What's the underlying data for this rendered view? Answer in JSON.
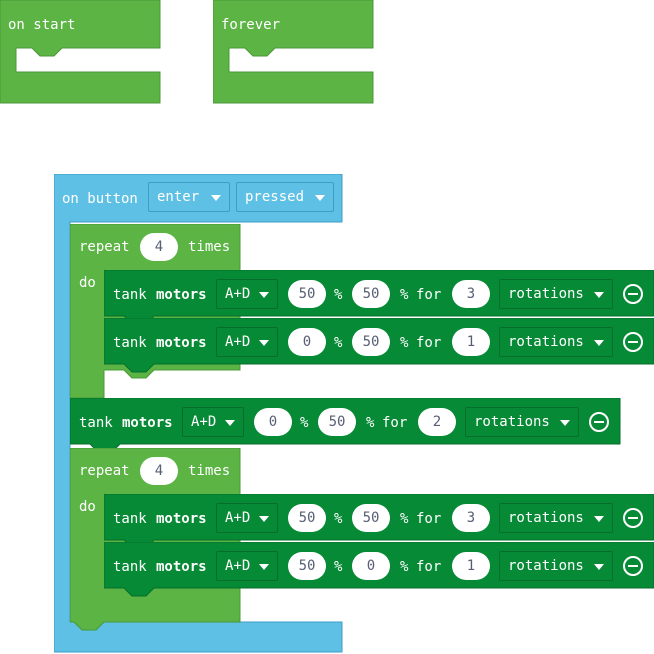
{
  "workspace": {
    "on_start": {
      "label": "on start"
    },
    "forever": {
      "label": "forever"
    },
    "on_button": {
      "label": "on button",
      "button_value": "enter",
      "event_value": "pressed"
    },
    "repeat_blocks": [
      {
        "repeat_label": "repeat",
        "count": "4",
        "times_label": "times",
        "do_label": "do"
      },
      {
        "repeat_label": "repeat",
        "count": "4",
        "times_label": "times",
        "do_label": "do"
      }
    ],
    "tank_blocks": [
      {
        "tank_label": "tank",
        "motors_label": "motors",
        "port": "A+D",
        "left": "50",
        "pct1": "%",
        "right": "50",
        "pct2": "%",
        "for_label": "for",
        "amount": "3",
        "unit": "rotations"
      },
      {
        "tank_label": "tank",
        "motors_label": "motors",
        "port": "A+D",
        "left": "0",
        "pct1": "%",
        "right": "50",
        "pct2": "%",
        "for_label": "for",
        "amount": "1",
        "unit": "rotations"
      },
      {
        "tank_label": "tank",
        "motors_label": "motors",
        "port": "A+D",
        "left": "0",
        "pct1": "%",
        "right": "50",
        "pct2": "%",
        "for_label": "for",
        "amount": "2",
        "unit": "rotations"
      },
      {
        "tank_label": "tank",
        "motors_label": "motors",
        "port": "A+D",
        "left": "50",
        "pct1": "%",
        "right": "50",
        "pct2": "%",
        "for_label": "for",
        "amount": "3",
        "unit": "rotations"
      },
      {
        "tank_label": "tank",
        "motors_label": "motors",
        "port": "A+D",
        "left": "50",
        "pct1": "%",
        "right": "0",
        "pct2": "%",
        "for_label": "for",
        "amount": "1",
        "unit": "rotations"
      }
    ],
    "colors": {
      "event_green": "#5cb445",
      "loop_green": "#5cb445",
      "motor_green": "#078a36",
      "brick_blue": "#5ec0e4"
    }
  }
}
